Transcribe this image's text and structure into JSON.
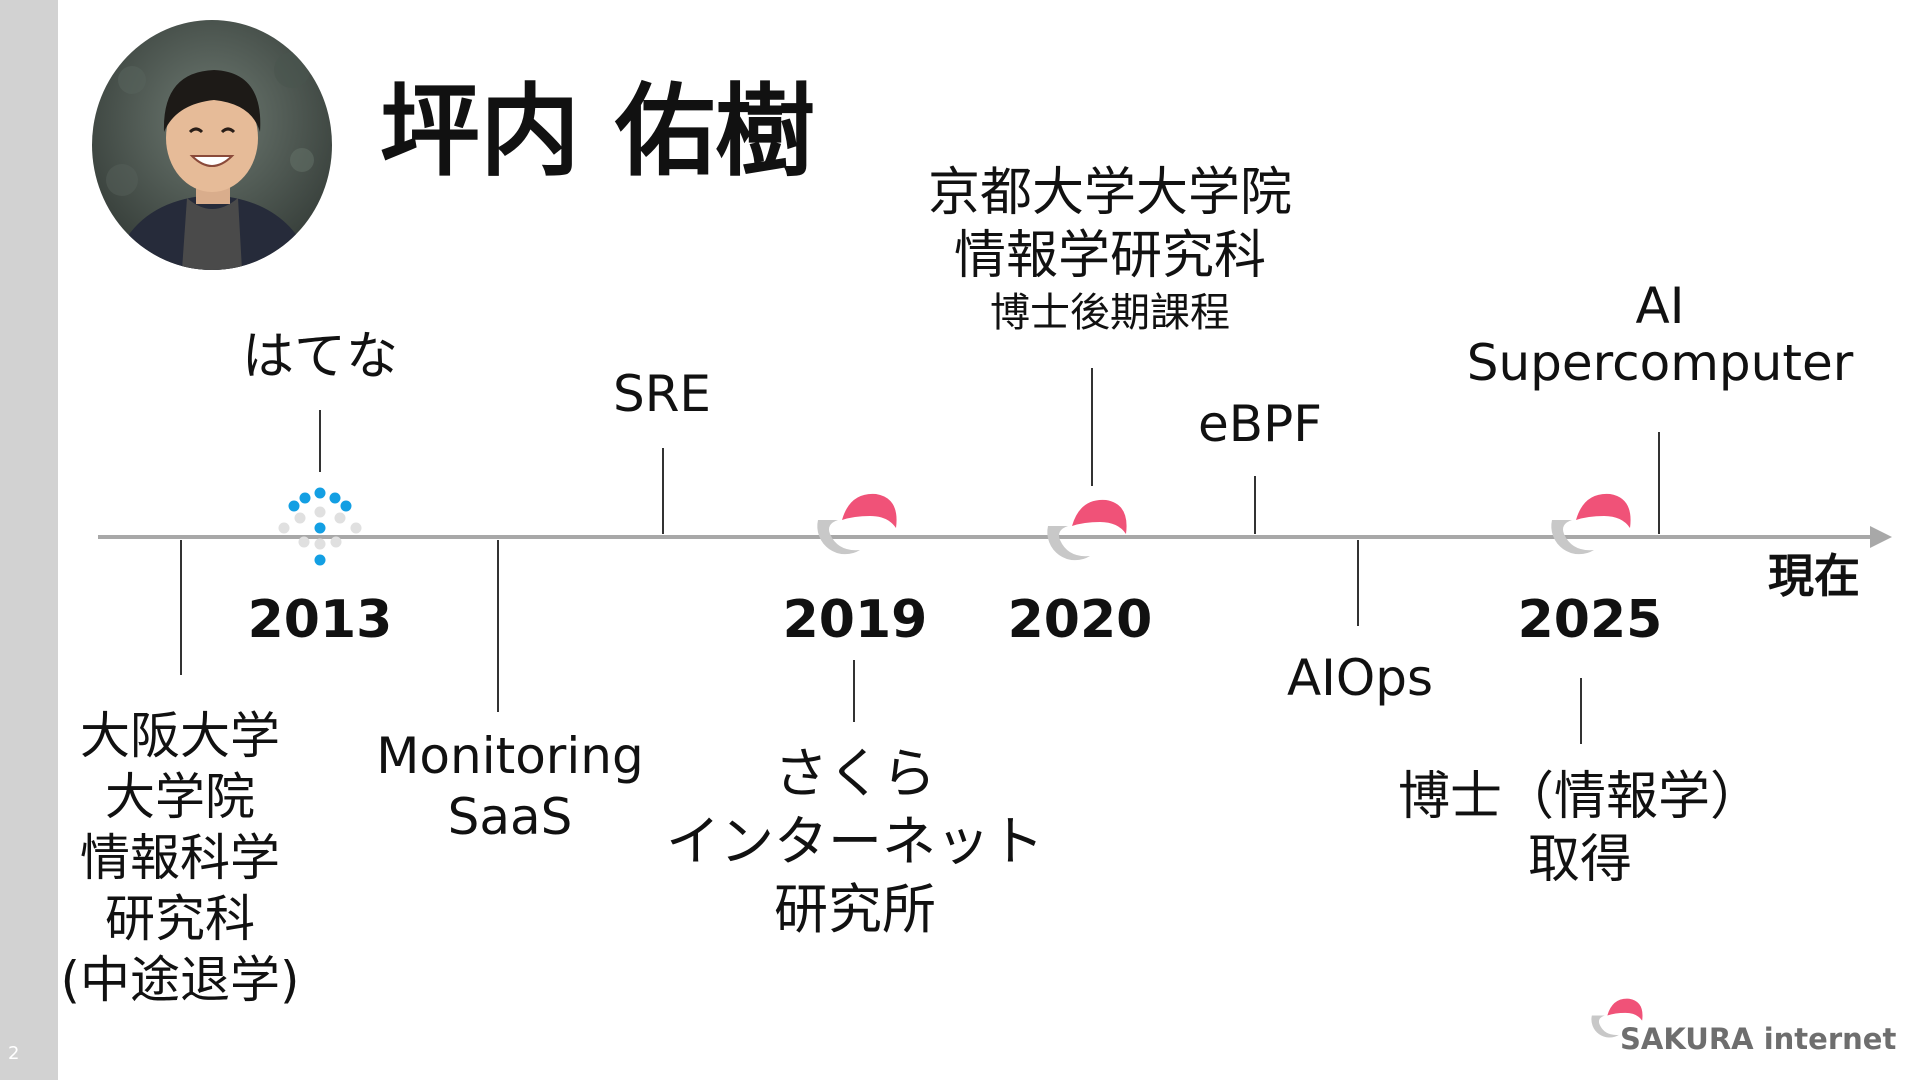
{
  "slide": {
    "page_number": "2"
  },
  "profile": {
    "name": "坪内 佑樹"
  },
  "timeline": {
    "years": [
      "2013",
      "2019",
      "2020",
      "2025"
    ],
    "now_label": "現在",
    "events": {
      "osaka": [
        "大阪大学",
        "大学院",
        "情報科学",
        "研究科",
        "(中途退学)"
      ],
      "hatena": [
        "はてな"
      ],
      "monitoring": [
        "Monitoring",
        "SaaS"
      ],
      "sre": [
        "SRE"
      ],
      "sakura_lab": [
        "さくら",
        "インターネット",
        "研究所"
      ],
      "kyoto_main": [
        "京都大学大学院",
        "情報学研究科"
      ],
      "kyoto_sub": "博士後期課程",
      "ebpf": [
        "eBPF"
      ],
      "aiops": [
        "AIOps"
      ],
      "ai_super": [
        "AI",
        "Supercomputer"
      ],
      "phd": [
        "博士（情報学）",
        "取得"
      ]
    }
  },
  "brand": {
    "name": "SAKURA internet"
  },
  "colors": {
    "axis": "#a8a8a8",
    "sakura_pink": "#f05278",
    "sakura_gray": "#c8c8c8",
    "hatena_blue": "#139fe3",
    "sidebar": "#d2d2d2"
  },
  "icons": [
    "hatena-dots-logo",
    "sakura-logo"
  ]
}
